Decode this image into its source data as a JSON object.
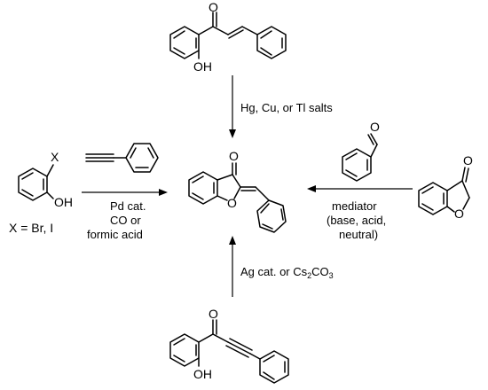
{
  "scheme": {
    "conditions": {
      "top": "Hg, Cu, or Tl salts",
      "left_1": "Pd cat.",
      "left_2": "CO or",
      "left_3": "formic acid",
      "right_1": "mediator",
      "right_2": "(base, acid,",
      "right_3": "neutral)",
      "bottom_prefix": "Ag cat. or Cs",
      "bottom_sub": "2",
      "bottom_mid": "CO",
      "bottom_sub2": "3"
    },
    "labels": {
      "halogen_x": "X",
      "halogen_def": "X = Br, I",
      "oh": "OH",
      "o": "O"
    },
    "molecules": {
      "top": "2'-hydroxychalcone",
      "left_phenol": "2-halophenol",
      "left_alkyne": "phenylacetylene",
      "center": "aurone",
      "right_aldehyde": "benzaldehyde",
      "right_ketone": "benzofuran-3(2H)-one",
      "bottom": "2'-hydroxyphenyl ynone"
    }
  }
}
